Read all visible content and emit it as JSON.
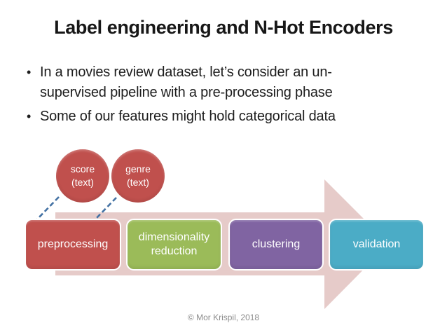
{
  "slide": {
    "title": "Label engineering and N-Hot Encoders",
    "bullets": [
      "In a movies review dataset, let’s consider an un-\nsupervised pipeline with a pre-processing phase",
      "Some of our features might hold categorical data"
    ],
    "footer": "© Mor Krispil, 2018"
  },
  "diagram": {
    "arrow_color": "#e6cbc9",
    "connector_color": "#4472a4",
    "features": [
      {
        "label": "score\n(text)",
        "color": "#c0504d"
      },
      {
        "label": "genre\n(text)",
        "color": "#c0504d"
      }
    ],
    "stages": [
      {
        "label": "preprocessing",
        "color": "#c0504d"
      },
      {
        "label": "dimensionality reduction",
        "color": "#9bbb59"
      },
      {
        "label": "clustering",
        "color": "#8064a2"
      },
      {
        "label": "validation",
        "color": "#4bacc6"
      }
    ]
  }
}
